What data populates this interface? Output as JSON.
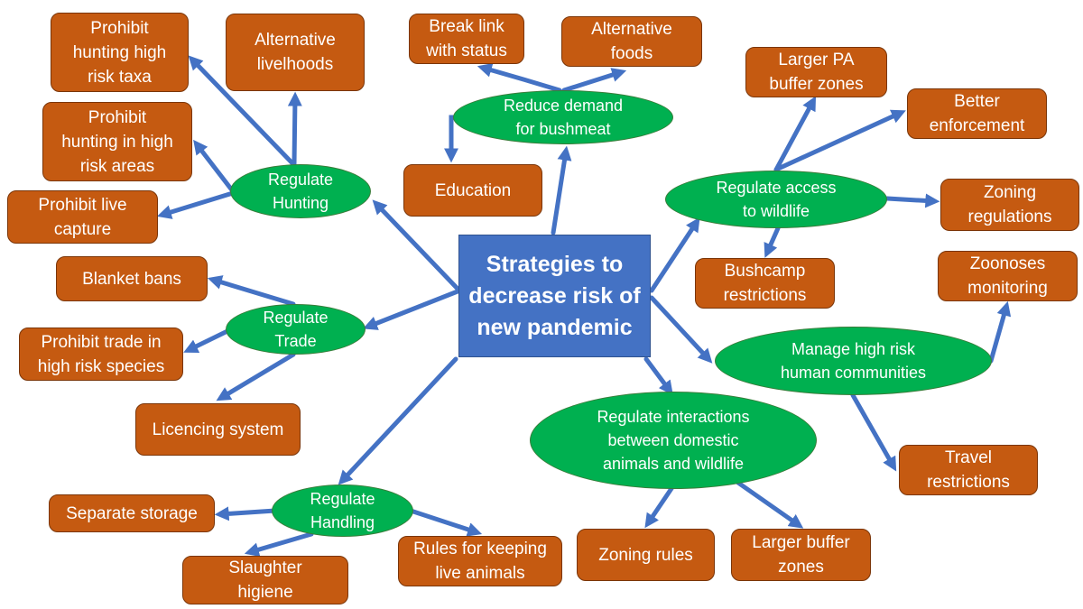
{
  "colors": {
    "arrow": "#4472c4",
    "box": "#c55a11",
    "ellipse": "#00b050",
    "center": "#4472c4"
  },
  "center": {
    "label": "Strategies to\ndecrease risk of\nnew pandemic"
  },
  "ellipses": {
    "reduce_demand": "Reduce demand\nfor bushmeat",
    "regulate_hunting": "Regulate\nHunting",
    "regulate_access": "Regulate access\nto wildlife",
    "regulate_trade": "Regulate\nTrade",
    "manage_communities": "Manage high risk\nhuman communities",
    "regulate_interactions": "Regulate interactions\nbetween domestic\nanimals and wildlife",
    "regulate_handling": "Regulate\nHandling"
  },
  "boxes": {
    "prohibit_taxa": "Prohibit\nhunting high\nrisk taxa",
    "alt_livelihoods": "Alternative\nlivelhoods",
    "break_link": "Break link\nwith status",
    "alt_foods": "Alternative\nfoods",
    "larger_pa": "Larger PA\nbuffer zones",
    "better_enforcement": "Better\nenforcement",
    "prohibit_areas": "Prohibit\nhunting in high\nrisk areas",
    "education": "Education",
    "zoning_regulations": "Zoning\nregulations",
    "prohibit_live": "Prohibit live\ncapture",
    "bushcamp": "Bushcamp\nrestrictions",
    "blanket_bans": "Blanket bans",
    "zoonoses": "Zoonoses\nmonitoring",
    "prohibit_trade": "Prohibit trade in\nhigh risk species",
    "licencing": "Licencing system",
    "travel": "Travel\nrestrictions",
    "separate_storage": "Separate storage",
    "rules_live": "Rules for keeping\nlive animals",
    "zoning_rules": "Zoning rules",
    "larger_buffer": "Larger buffer\nzones",
    "slaughter": "Slaughter\nhigiene"
  }
}
